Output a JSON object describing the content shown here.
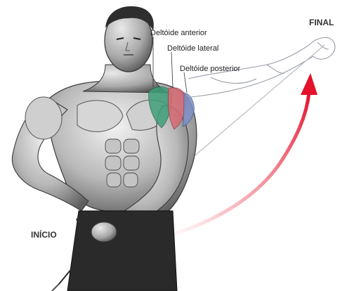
{
  "labels": {
    "deltoid_anterior": "Deltóide anterior",
    "deltoid_lateral": "Deltóide lateral",
    "deltoid_posterior": "Deltóide posterior",
    "final": "FINAL",
    "inicio": "INÍCIO"
  },
  "colors": {
    "arrow": "#e3122a",
    "deltoid_anterior": "#3f9f7a",
    "deltoid_lateral": "#d86a73",
    "deltoid_posterior": "#7d8fc6",
    "skin_shadow": "#5a5a5a",
    "sketch_line": "#9a9ea8"
  }
}
